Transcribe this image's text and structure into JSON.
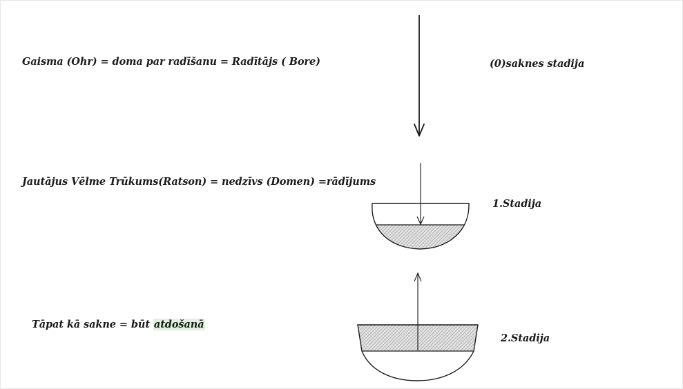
{
  "labels": {
    "line1": "Gaisma (Ohr) = doma par radīšanu = Radītājs ( Bore)",
    "stage0": "(0)saknes stadija",
    "line2": "Jautājus Vēlme Trūkums(Ratson) = nedzīvs (Domen) =rādījums",
    "stage1": "1.Stadija",
    "line3_prefix": "Tāpat kā sakne = būt ",
    "line3_highlight": "atdošanā",
    "stage2": "2.Stadija"
  },
  "colors": {
    "ink": "#1a1a1a",
    "highlight": "#dff3dc",
    "fill_hatch": "#cfcfcf"
  }
}
